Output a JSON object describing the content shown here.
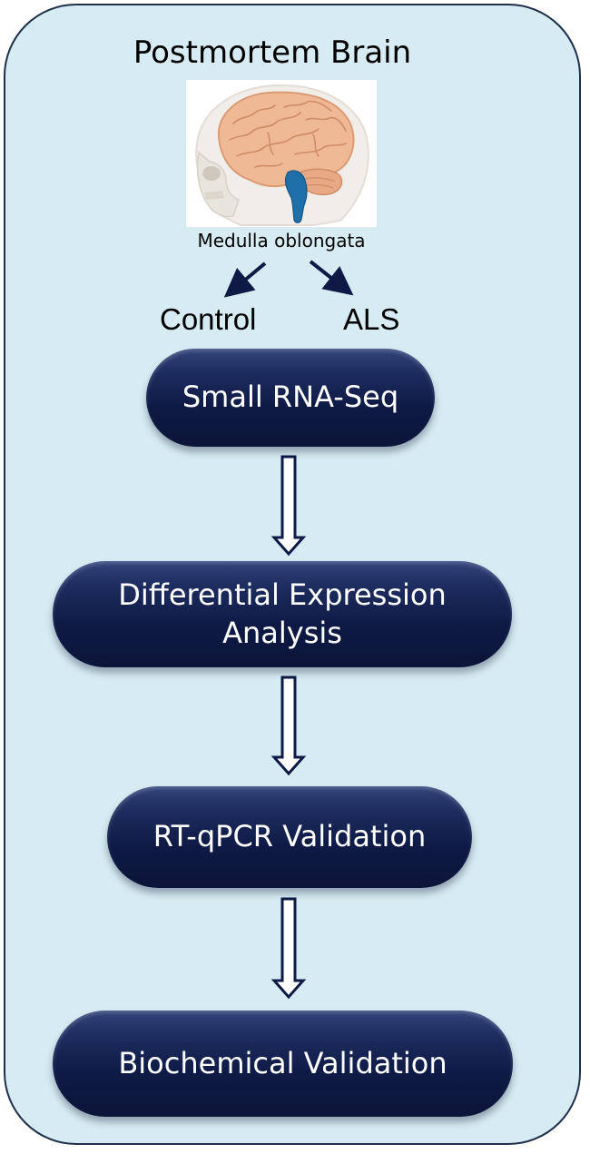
{
  "title": "Postmortem Brain",
  "brain_image": {
    "icon": "brain-anatomy-illustration",
    "caption": "Medulla oblongata",
    "highlight_color": "#1f6fa8"
  },
  "groups": {
    "left": "Control",
    "right": "ALS"
  },
  "steps": [
    {
      "lines": [
        "Small RNA-Seq"
      ]
    },
    {
      "lines": [
        "Differential Expression",
        "Analysis"
      ]
    },
    {
      "lines": [
        "RT-qPCR Validation"
      ]
    },
    {
      "lines": [
        "Biochemical Validation"
      ]
    }
  ],
  "colors": {
    "panel_background": "#d6ebf2",
    "panel_border": "#1f2f4a",
    "step_fill": "#0e1a45",
    "arrow": "#0e1a45"
  }
}
